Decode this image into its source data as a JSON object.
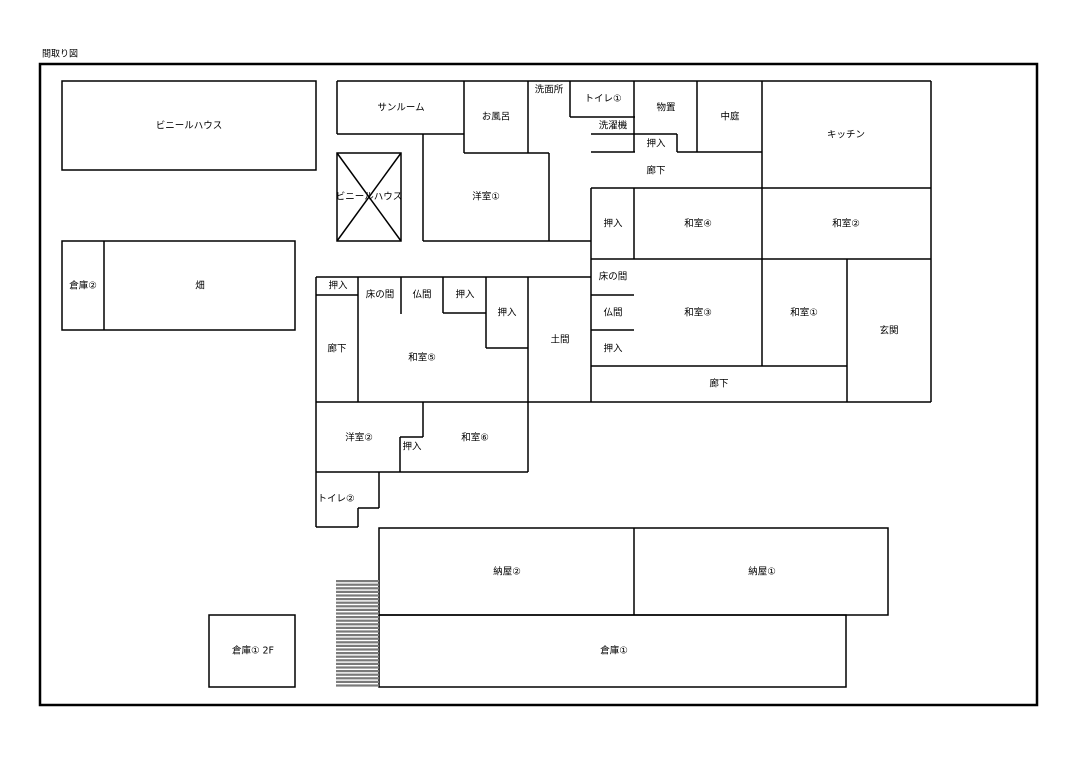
{
  "title": "間取り図",
  "rooms": {
    "vinyl_house_large": "ビニールハウス",
    "vinyl_house_small": "ビニールハウス",
    "storage2": "倉庫②",
    "field": "畑",
    "sunroom": "サンルーム",
    "bath": "お風呂",
    "washroom": "洗面所",
    "toilet1": "トイレ①",
    "washing_machine": "洗濯機",
    "storeroom": "物置",
    "courtyard": "中庭",
    "kitchen": "キッチン",
    "closet_top": "押入",
    "corridor_top": "廊下",
    "western1": "洋室①",
    "closet_w4": "押入",
    "japanese4": "和室④",
    "japanese2": "和室②",
    "closet_left": "押入",
    "tokonoma_left": "床の間",
    "butsuma_left": "仏間",
    "closet_mid": "押入",
    "closet_mid2": "押入",
    "corridor_left": "廊下",
    "japanese5": "和室⑤",
    "doma": "土間",
    "tokonoma_right": "床の間",
    "butsuma_right": "仏間",
    "closet_right": "押入",
    "japanese3": "和室③",
    "japanese1": "和室①",
    "entrance": "玄関",
    "corridor_bottom": "廊下",
    "western2": "洋室②",
    "closet_w6": "押入",
    "japanese6": "和室⑥",
    "toilet2": "トイレ②",
    "barn2": "納屋②",
    "barn1": "納屋①",
    "storage1": "倉庫①",
    "storage1_2f": "倉庫①  2F"
  }
}
